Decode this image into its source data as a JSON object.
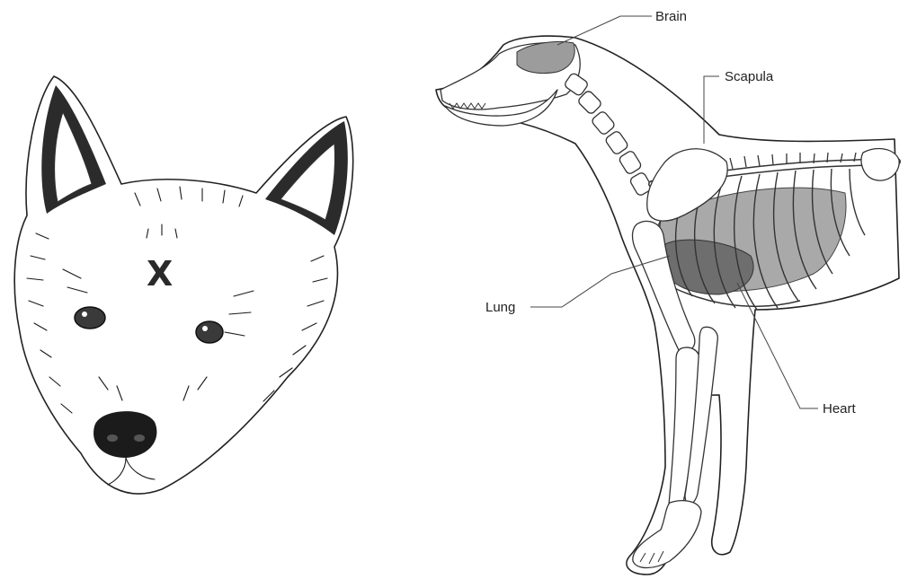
{
  "head_illustration": {
    "mark": "X"
  },
  "anatomy_diagram": {
    "labels": {
      "brain": "Brain",
      "scapula": "Scapula",
      "lung": "Lung",
      "heart": "Heart"
    },
    "colors": {
      "brain_fill": "#9c9c9c",
      "lung_fill": "#a9a9a9",
      "heart_fill": "#6e6e6e",
      "outline": "#222222"
    }
  }
}
